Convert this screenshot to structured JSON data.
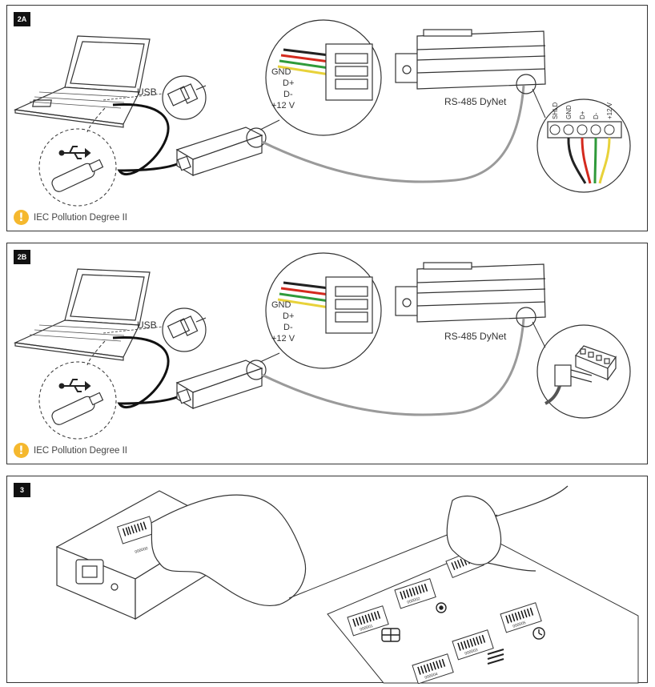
{
  "panels": [
    {
      "id": "2A",
      "usb_label": "USB",
      "wire_labels": [
        "GND",
        "D+",
        "D-",
        "+12 V"
      ],
      "device_label": "RS-485 DyNet",
      "terminal_labels": [
        "SHLD",
        "GND",
        "D+",
        "D-",
        "+12 V"
      ],
      "warning": "IEC Pollution Degree II"
    },
    {
      "id": "2B",
      "usb_label": "USB",
      "wire_labels": [
        "GND",
        "D+",
        "D-",
        "+12 V"
      ],
      "device_label": "RS-485 DyNet",
      "warning": "IEC Pollution Degree II"
    },
    {
      "id": "3",
      "label_codes": [
        "000000",
        "000001",
        "000002",
        "000003",
        "000004",
        "000005"
      ]
    }
  ],
  "icons": {
    "warning": "exclamation-circle-icon",
    "usb": "usb-icon"
  },
  "colors": {
    "warning": "#f5b82e",
    "wire_red": "#d42a1e",
    "wire_green": "#2f9a3a",
    "wire_yellow": "#e8d23a",
    "wire_black": "#222222",
    "cable_grey": "#9a9a9a"
  }
}
